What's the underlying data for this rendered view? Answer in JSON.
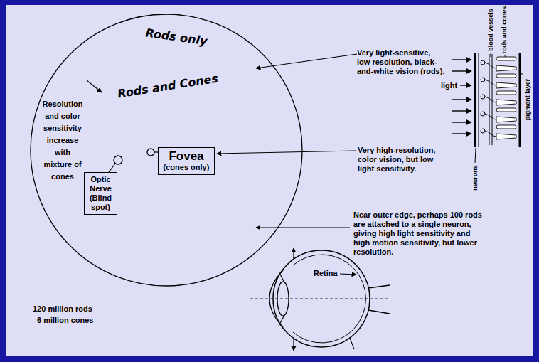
{
  "diagram": {
    "nodes": [
      {
        "text": [
          "Rods only",
          "Rods and Cones",
          "Resolution and color sensitivity increase with mixture of cones"
        ]
      },
      {
        "text": [
          "Optic Nerve (Blind spot)"
        ],
        "in": 0
      },
      {
        "text": [
          "Fovea",
          "(cones only)"
        ],
        "in": 0
      }
    ],
    "labels": [
      "Very light-sensitive, low resolution, black-and-white vision (rods).",
      "Very high-resolution, color vision, but low light sensitivity.",
      "Near outer edge, perhaps 100 rods are attached to a single neuron, giving high light sensitivity and high motion sensitivity, but lower resolution.",
      "120 million rods",
      "6 million cones",
      "Retina",
      "light",
      "neurons",
      "blood vessels",
      "rods and cones",
      "pigment layer"
    ]
  }
}
